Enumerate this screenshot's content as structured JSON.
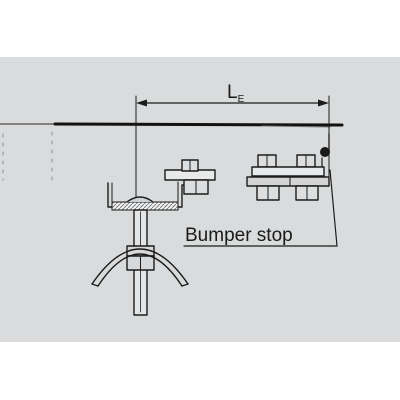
{
  "dimension": {
    "label": "L",
    "subscript": "E"
  },
  "callout": {
    "label": "Bumper stop"
  },
  "colors": {
    "page": "#ffffff",
    "panel": "#d9dbdc",
    "line": "#1c1c1c",
    "pad": "#9aa0a4",
    "mid": "#8f9499"
  }
}
